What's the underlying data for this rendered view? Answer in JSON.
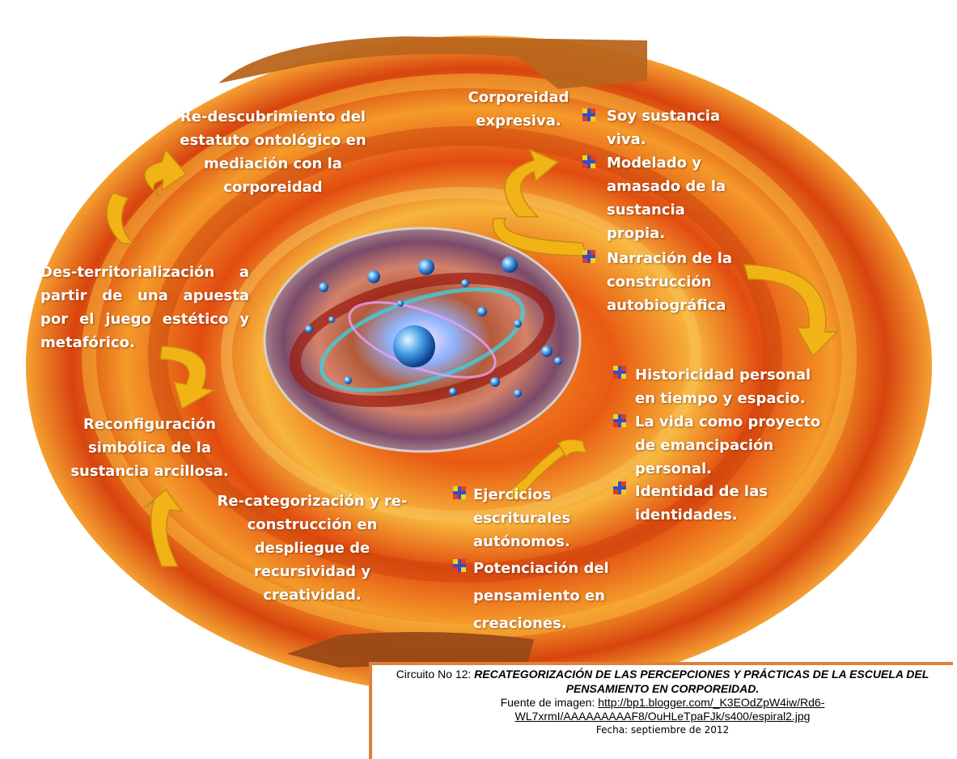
{
  "diagram": {
    "left_blocks": [
      "Re-descubrimiento del estatuto ontológico en mediación con la corporeidad",
      "Des-territorialización a partir de una apuesta por el juego estético y metafórico.",
      "Reconfiguración simbólica de la sustancia arcillosa.",
      "Re-categorización y re-construcción en despliegue de recursividad y creatividad."
    ],
    "corporeidad_label": "Corporeidad expresiva.",
    "right_bullets": [
      "Soy sustancia viva.",
      "Modelado y amasado de la sustancia propia.",
      "Narración de la construcción autobiográfica"
    ],
    "mid_bullets": [
      "Historicidad personal en tiempo y espacio.",
      "La vida como proyecto de emancipación personal.",
      "Identidad de las identidades."
    ],
    "bottom_bullets": [
      "Ejercicios escriturales autónomos.",
      "Potenciación del pensamiento en creaciones."
    ]
  },
  "caption": {
    "prefix": "Circuito No 12: ",
    "title": "RECATEGORIZACIÓN DE LAS PERCEPCIONES Y PRÁCTICAS DE LA ESCUELA DEL PENSAMIENTO EN CORPOREIDAD.",
    "source_label": "Fuente de imagen: ",
    "source_url": "http://bp1.blogger.com/_K3EOdZpW4iw/Rd6-WL7xrmI/AAAAAAAAAF8/OuHLeTpaFJk/s400/espiral2.jpg",
    "date": "Fecha: septiembre de 2012"
  },
  "colors": {
    "ring_outer": "#d84a10",
    "ring_mid": "#f07a1a",
    "ring_light": "#f8c040",
    "arrow": "#f2b317",
    "text": "#ffffff",
    "caption_border": "#e0813a"
  }
}
